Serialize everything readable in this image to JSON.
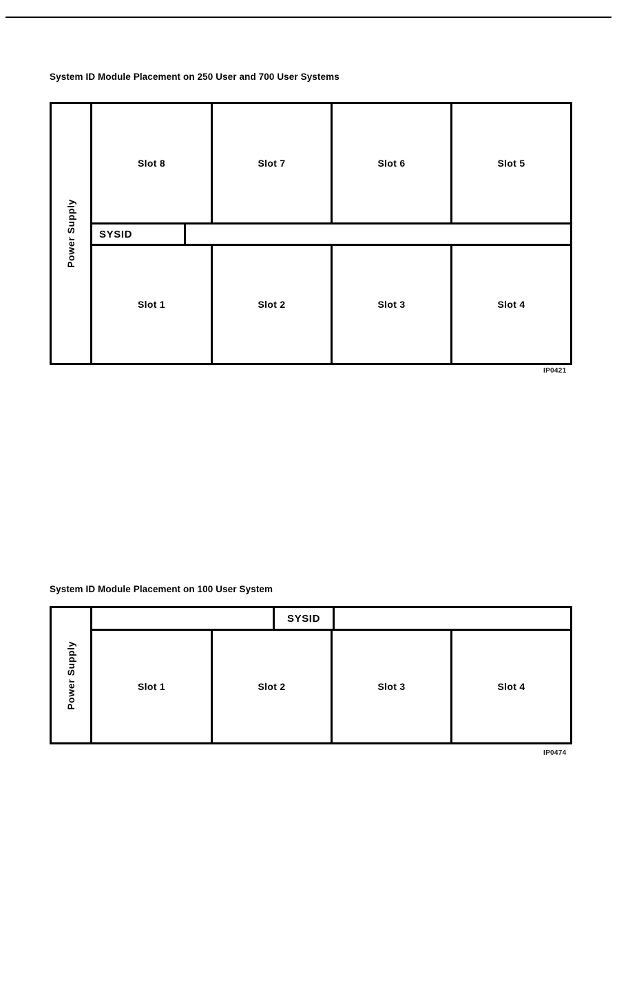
{
  "page": {
    "background_color": "#ffffff",
    "line_color": "#000000",
    "text_color": "#000000"
  },
  "figures": [
    {
      "caption": "System ID Module Placement on 250 User and 700 User Systems",
      "reference_code": "IP0421",
      "power_supply_label": "Power Supply",
      "sysid_label": "SYSID",
      "top_row_slots": [
        "Slot 8",
        "Slot 7",
        "Slot 6",
        "Slot 5"
      ],
      "bottom_row_slots": [
        "Slot 1",
        "Slot 2",
        "Slot 3",
        "Slot 4"
      ]
    },
    {
      "caption": "System ID Module Placement on 100 User System",
      "reference_code": "IP0474",
      "power_supply_label": "Power Supply",
      "sysid_label": "SYSID",
      "slots": [
        "Slot 1",
        "Slot 2",
        "Slot 3",
        "Slot 4"
      ]
    }
  ]
}
